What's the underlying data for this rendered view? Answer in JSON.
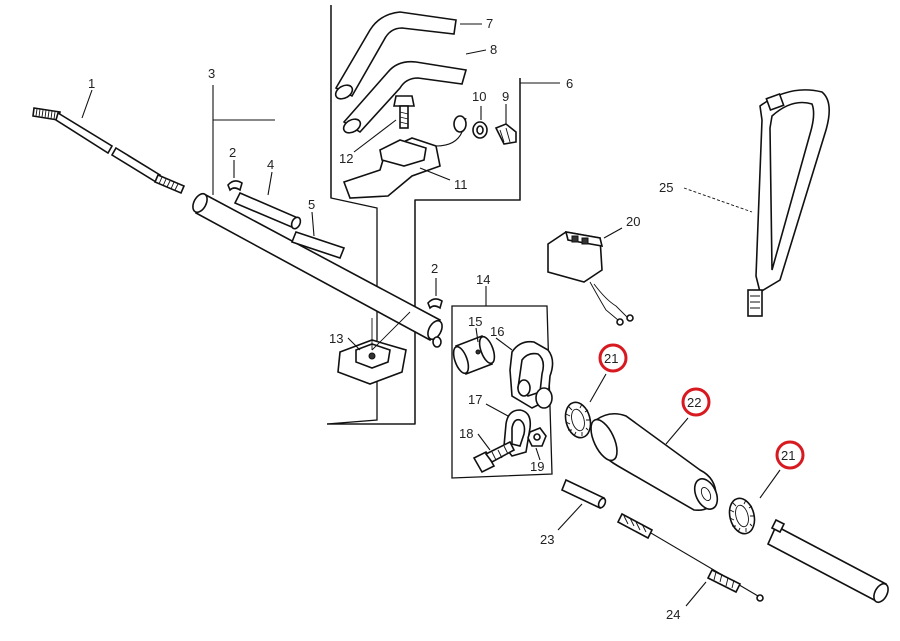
{
  "labels": {
    "p1": "1",
    "p2a": "2",
    "p2b": "2",
    "p3": "3",
    "p4": "4",
    "p5": "5",
    "p6": "6",
    "p7": "7",
    "p8": "8",
    "p9": "9",
    "p10": "10",
    "p11": "11",
    "p12": "12",
    "p13": "13",
    "p14": "14",
    "p15": "15",
    "p16": "16",
    "p17": "17",
    "p18": "18",
    "p19": "19",
    "p20": "20",
    "p21a": "21",
    "p21b": "21",
    "p22": "22",
    "p23": "23",
    "p24": "24",
    "p25": "25"
  },
  "highlight_color": "#d71920"
}
